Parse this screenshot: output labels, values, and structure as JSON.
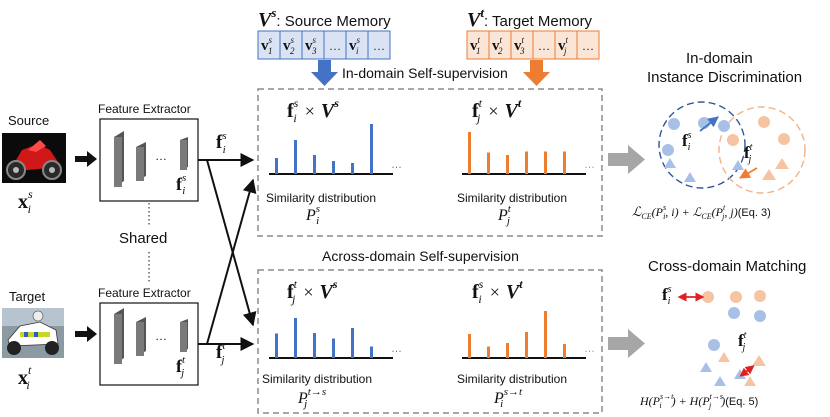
{
  "memory": {
    "source": {
      "title_symbol": "V",
      "title_sup": "s",
      "title_text": ": Source Memory",
      "cells": [
        {
          "base": "v",
          "sub": "1",
          "sup": "s"
        },
        {
          "base": "v",
          "sub": "2",
          "sup": "s"
        },
        {
          "base": "v",
          "sub": "3",
          "sup": "s"
        },
        {
          "base": "…",
          "sub": "",
          "sup": ""
        },
        {
          "base": "v",
          "sub": "i",
          "sup": "s"
        },
        {
          "base": "…",
          "sub": "",
          "sup": ""
        }
      ]
    },
    "target": {
      "title_symbol": "V",
      "title_sup": "t",
      "title_text": ": Target Memory",
      "cells": [
        {
          "base": "v",
          "sub": "1",
          "sup": "t"
        },
        {
          "base": "v",
          "sub": "2",
          "sup": "t"
        },
        {
          "base": "v",
          "sub": "3",
          "sup": "t"
        },
        {
          "base": "…",
          "sub": "",
          "sup": ""
        },
        {
          "base": "v",
          "sub": "j",
          "sup": "t"
        },
        {
          "base": "…",
          "sub": "",
          "sup": ""
        }
      ]
    }
  },
  "inputs": {
    "source_label": "Source",
    "source_var": {
      "base": "x",
      "sub": "i",
      "sup": "s"
    },
    "target_label": "Target",
    "target_var": {
      "base": "x",
      "sub": "i",
      "sup": "t"
    }
  },
  "extractor": {
    "label": "Feature Extractor",
    "dots": "…",
    "shared_label": "Shared",
    "top_feature": {
      "base": "f",
      "sub": "i",
      "sup": "s"
    },
    "bottom_feature": {
      "base": "f",
      "sub": "j",
      "sup": "t"
    }
  },
  "in_domain": {
    "title": "In-domain Self-supervision",
    "left": {
      "f_sub": "i",
      "f_sup": "s",
      "times": "×",
      "mem": "V",
      "mem_sup": "s",
      "caption": "Similarity distribution",
      "p_sub": "i",
      "p_sup": "s",
      "heights": [
        0.32,
        0.68,
        0.38,
        0.26,
        0.22,
        1.0
      ],
      "color": "#4472c4"
    },
    "right": {
      "f_sub": "j",
      "f_sup": "t",
      "times": "×",
      "mem": "V",
      "mem_sup": "t",
      "caption": "Similarity distribution",
      "p_sub": "j",
      "p_sup": "t",
      "heights": [
        0.84,
        0.43,
        0.38,
        0.45,
        0.45,
        0.45
      ],
      "color": "#ed7d31"
    }
  },
  "across_domain": {
    "title": "Across-domain Self-supervision",
    "left": {
      "f_sub": "j",
      "f_sup": "t",
      "times": "×",
      "mem": "V",
      "mem_sup": "s",
      "caption": "Similarity distribution",
      "p_sub": "j",
      "p_sup": "t→s",
      "heights": [
        0.49,
        0.8,
        0.5,
        0.39,
        0.6,
        0.23
      ],
      "color": "#4472c4"
    },
    "right": {
      "f_sub": "i",
      "f_sup": "s",
      "times": "×",
      "mem": "V",
      "mem_sup": "t",
      "caption": "Similarity distribution",
      "p_sub": "i",
      "p_sup": "s→t",
      "heights": [
        0.48,
        0.23,
        0.3,
        0.52,
        0.94,
        0.28
      ],
      "color": "#ed7d31"
    }
  },
  "right_panel": {
    "instance_title_1": "In-domain",
    "instance_title_2": "Instance Discrimination",
    "instance_eq": "ℒ",
    "instance_eq_1": "CE",
    "instance_eq_2": "(P",
    "instance_eq_2_sub": "i",
    "instance_eq_2_sup": "s",
    "instance_eq_3": ", i) + ℒ",
    "instance_eq_4": "CE",
    "instance_eq_5": "(P",
    "instance_eq_5_sub": "j",
    "instance_eq_5_sup": "t",
    "instance_eq_6": ", j)",
    "instance_ref": "(Eq. 3)",
    "matching_title": "Cross-domain Matching",
    "matching_eq_1": "H(P",
    "matching_eq_1_sub": "i",
    "matching_eq_1_sup": "s→t",
    "matching_eq_2": ") + H(P",
    "matching_eq_2_sub": "j",
    "matching_eq_2_sup": "t→s",
    "matching_eq_3": ")",
    "matching_ref": "(Eq. 5)",
    "f_i": {
      "base": "f",
      "sub": "i",
      "sup": "s"
    },
    "f_j": {
      "base": "f",
      "sub": "j",
      "sup": "t"
    }
  },
  "colors": {
    "source_blue": "#4472c4",
    "source_fill": "#dae3f3",
    "target_orange": "#ed7d31",
    "target_fill": "#fbe5d6",
    "dot_blue": "#a9c0e6",
    "dot_orange": "#f6c4a2",
    "match_red": "#e02020",
    "dashed_gray": "#8c8c8c",
    "arrow_gray": "#a6a6a6"
  }
}
